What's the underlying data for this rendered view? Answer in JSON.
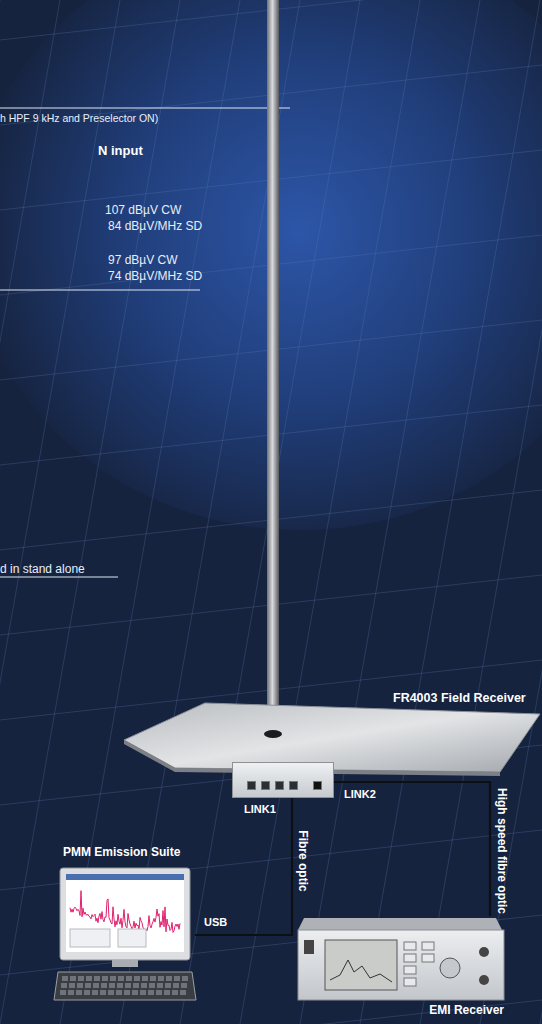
{
  "diagram": {
    "nodes": [
      {
        "text": [
          "FR4003 Field Receiver"
        ]
      },
      {
        "text": [
          "PMM Emission Suite"
        ]
      },
      {
        "text": [
          "EMI Receiver"
        ]
      }
    ],
    "edges": [
      {
        "from": 0,
        "to": 1,
        "label": "Fibre optic",
        "arrow": "none"
      },
      {
        "from": 0,
        "to": 2,
        "label": "High speed fibre optic",
        "arrow": "none"
      }
    ],
    "labels": [
      "h HPF 9 kHz and Preselector ON)",
      "N input",
      "107 dBµV CW",
      "84 dBµV/MHz SD",
      "97 dBµV CW",
      "74 dBµV/MHz SD",
      "d in stand alone",
      "LINK1",
      "LINK2",
      "USB"
    ]
  }
}
